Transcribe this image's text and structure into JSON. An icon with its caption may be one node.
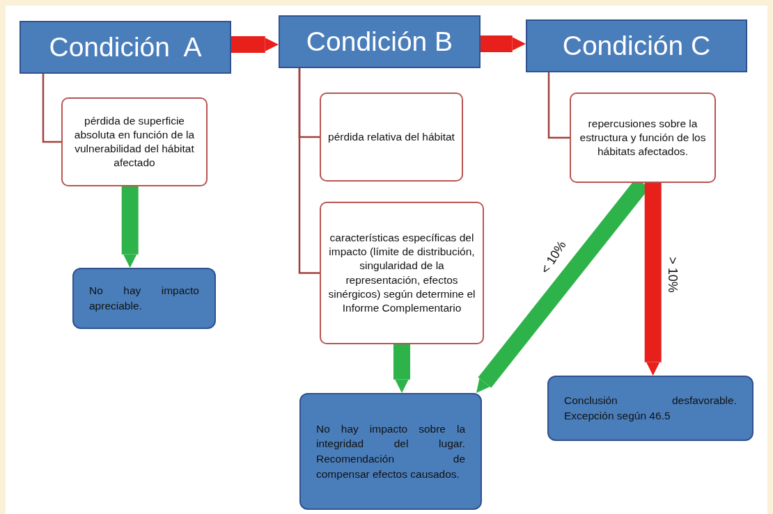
{
  "diagram": {
    "nodes": [
      {
        "text": [
          "Condición  A"
        ]
      },
      {
        "text": [
          "Condición B"
        ]
      },
      {
        "text": [
          "Condición C"
        ]
      },
      {
        "text": [
          "pérdida de superficie absoluta en función de la vulnerabilidad del hábitat afectado"
        ]
      },
      {
        "text": [
          "No hay impacto apreciable."
        ]
      },
      {
        "text": [
          "pérdida relativa del hábitat"
        ]
      },
      {
        "text": [
          "características específicas del impacto (límite de distribución, singularidad de la representación, efectos sinérgicos) según determine el Informe Complementario"
        ]
      },
      {
        "text": [
          "repercusiones sobre la estructura y función de los hábitats afectados."
        ]
      },
      {
        "text": [
          "No hay impacto sobre la integridad del lugar. Recomendación de compensar efectos causados."
        ]
      },
      {
        "text": [
          "Conclusión desfavorable. Excepción según 46.5"
        ]
      }
    ],
    "edges": [
      {
        "from": 0,
        "to": 1,
        "arrow": "to",
        "color": "#e8201c"
      },
      {
        "from": 1,
        "to": 2,
        "arrow": "to",
        "color": "#e8201c"
      },
      {
        "from": 0,
        "to": 3,
        "arrow": "none"
      },
      {
        "from": 3,
        "to": 4,
        "arrow": "to",
        "color": "#2db34a"
      },
      {
        "from": 1,
        "to": 5,
        "arrow": "none"
      },
      {
        "from": 1,
        "to": 6,
        "arrow": "none"
      },
      {
        "from": 6,
        "to": 8,
        "arrow": "to",
        "color": "#2db34a"
      },
      {
        "from": 2,
        "to": 7,
        "arrow": "none"
      },
      {
        "from": 7,
        "to": 8,
        "arrow": "to",
        "color": "#2db34a",
        "label": "< 10%"
      },
      {
        "from": 7,
        "to": 9,
        "arrow": "to",
        "color": "#e8201c",
        "label": "> 10%"
      }
    ]
  }
}
